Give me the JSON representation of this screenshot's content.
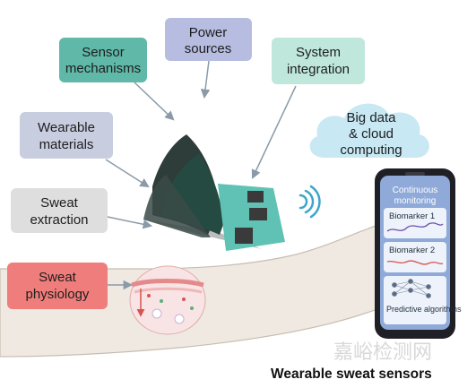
{
  "labels": {
    "sensor_mechanisms": [
      "Sensor",
      "mechanisms"
    ],
    "power_sources": [
      "Power",
      "sources"
    ],
    "system_integration": [
      "System",
      "integration"
    ],
    "wearable_materials": [
      "Wearable",
      "materials"
    ],
    "sweat_extraction": [
      "Sweat",
      "extraction"
    ],
    "sweat_physiology": [
      "Sweat",
      "physiology"
    ],
    "big_data": [
      "Big data",
      "& cloud",
      "computing"
    ]
  },
  "phone": {
    "header": [
      "Continuous",
      "monitoring"
    ],
    "card1": "Biomarker 1",
    "card2": "Biomarker 2",
    "card3": "Predictive algorithms"
  },
  "title": "Wearable sweat sensors",
  "watermark": "嘉峪检测网",
  "colors": {
    "sensor_fill": "#5fb8a8",
    "power_fill": "#b6bde0",
    "system_fill": "#bfe7dc",
    "materials_fill": "#c9cde0",
    "extraction_fill": "#dedede",
    "physiology_fill": "#ef7d7b",
    "cloud_fill": "#c8e8f4",
    "phone_screen": "#8faad9"
  }
}
